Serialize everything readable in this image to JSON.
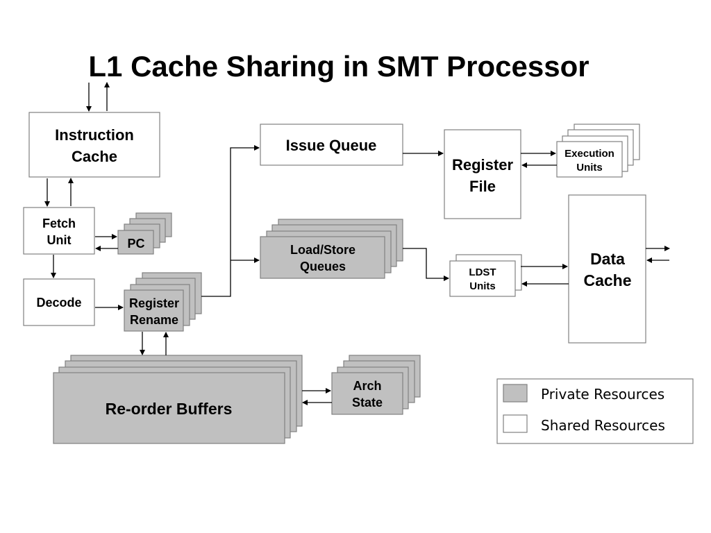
{
  "title": "L1 Cache Sharing in SMT Processor",
  "blocks": {
    "instruction_cache": [
      "Instruction",
      "Cache"
    ],
    "fetch_unit": [
      "Fetch",
      "Unit"
    ],
    "pc": "PC",
    "decode": "Decode",
    "register_rename": [
      "Register",
      "Rename"
    ],
    "reorder_buffers": "Re-order Buffers",
    "arch_state": [
      "Arch",
      "State"
    ],
    "issue_queue": "Issue Queue",
    "load_store_queues": [
      "Load/Store",
      "Queues"
    ],
    "register_file": [
      "Register",
      "File"
    ],
    "execution_units": [
      "Execution",
      "Units"
    ],
    "ldst_units": [
      "LDST",
      "Units"
    ],
    "data_cache": [
      "Data",
      "Cache"
    ]
  },
  "legend": {
    "private": "Private Resources",
    "shared": "Shared Resources"
  },
  "colors": {
    "private_fill": "#c0c0c0",
    "shared_fill": "#ffffff",
    "border": "#808080"
  }
}
